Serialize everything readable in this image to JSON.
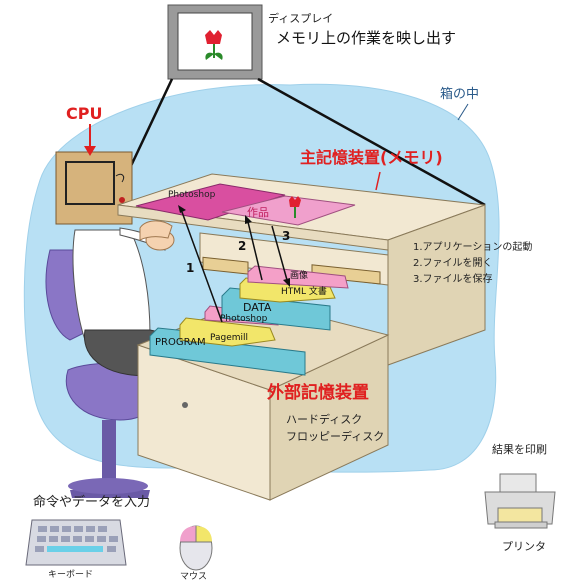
{
  "display": {
    "label": "ディスプレイ",
    "description": "メモリ上の作業を映し出す"
  },
  "box_label": "箱の中",
  "cpu_label": "CPU",
  "memory": {
    "label": "主記憶装置(メモリ)",
    "photoshop_label": "Photoshop",
    "work_label": "作品"
  },
  "arrows": [
    "1",
    "2",
    "3"
  ],
  "steps": [
    "1.アプリケーションの起動",
    "2.ファイルを開く",
    "3.ファイルを保存"
  ],
  "folders": {
    "image": "画像",
    "html": "HTML 文書",
    "data": "DATA",
    "photoshop": "Photoshop",
    "pagemill": "Pagemill",
    "program": "PROGRAM"
  },
  "external_storage": {
    "label": "外部記憶装置",
    "items": [
      "ハードディスク",
      "フロッピーディスク"
    ]
  },
  "output": {
    "label": "結果を印刷",
    "device": "プリンタ"
  },
  "input": {
    "label": "命令やデータを入力",
    "keyboard": "キーボード",
    "mouse": "マウス"
  },
  "colors": {
    "cloud": "#b8e0f4",
    "desk": "#f2e8d2",
    "drawer": "#e8cf95",
    "cpu_box": "#d6b37c",
    "memory_photoshop": "#d94fa0",
    "memory_work": "#f0a0cc",
    "folder_blue": "#6fc8d8",
    "folder_yellow": "#f2e66a",
    "folder_pink": "#f4a0c8",
    "red_label": "#e02020"
  }
}
